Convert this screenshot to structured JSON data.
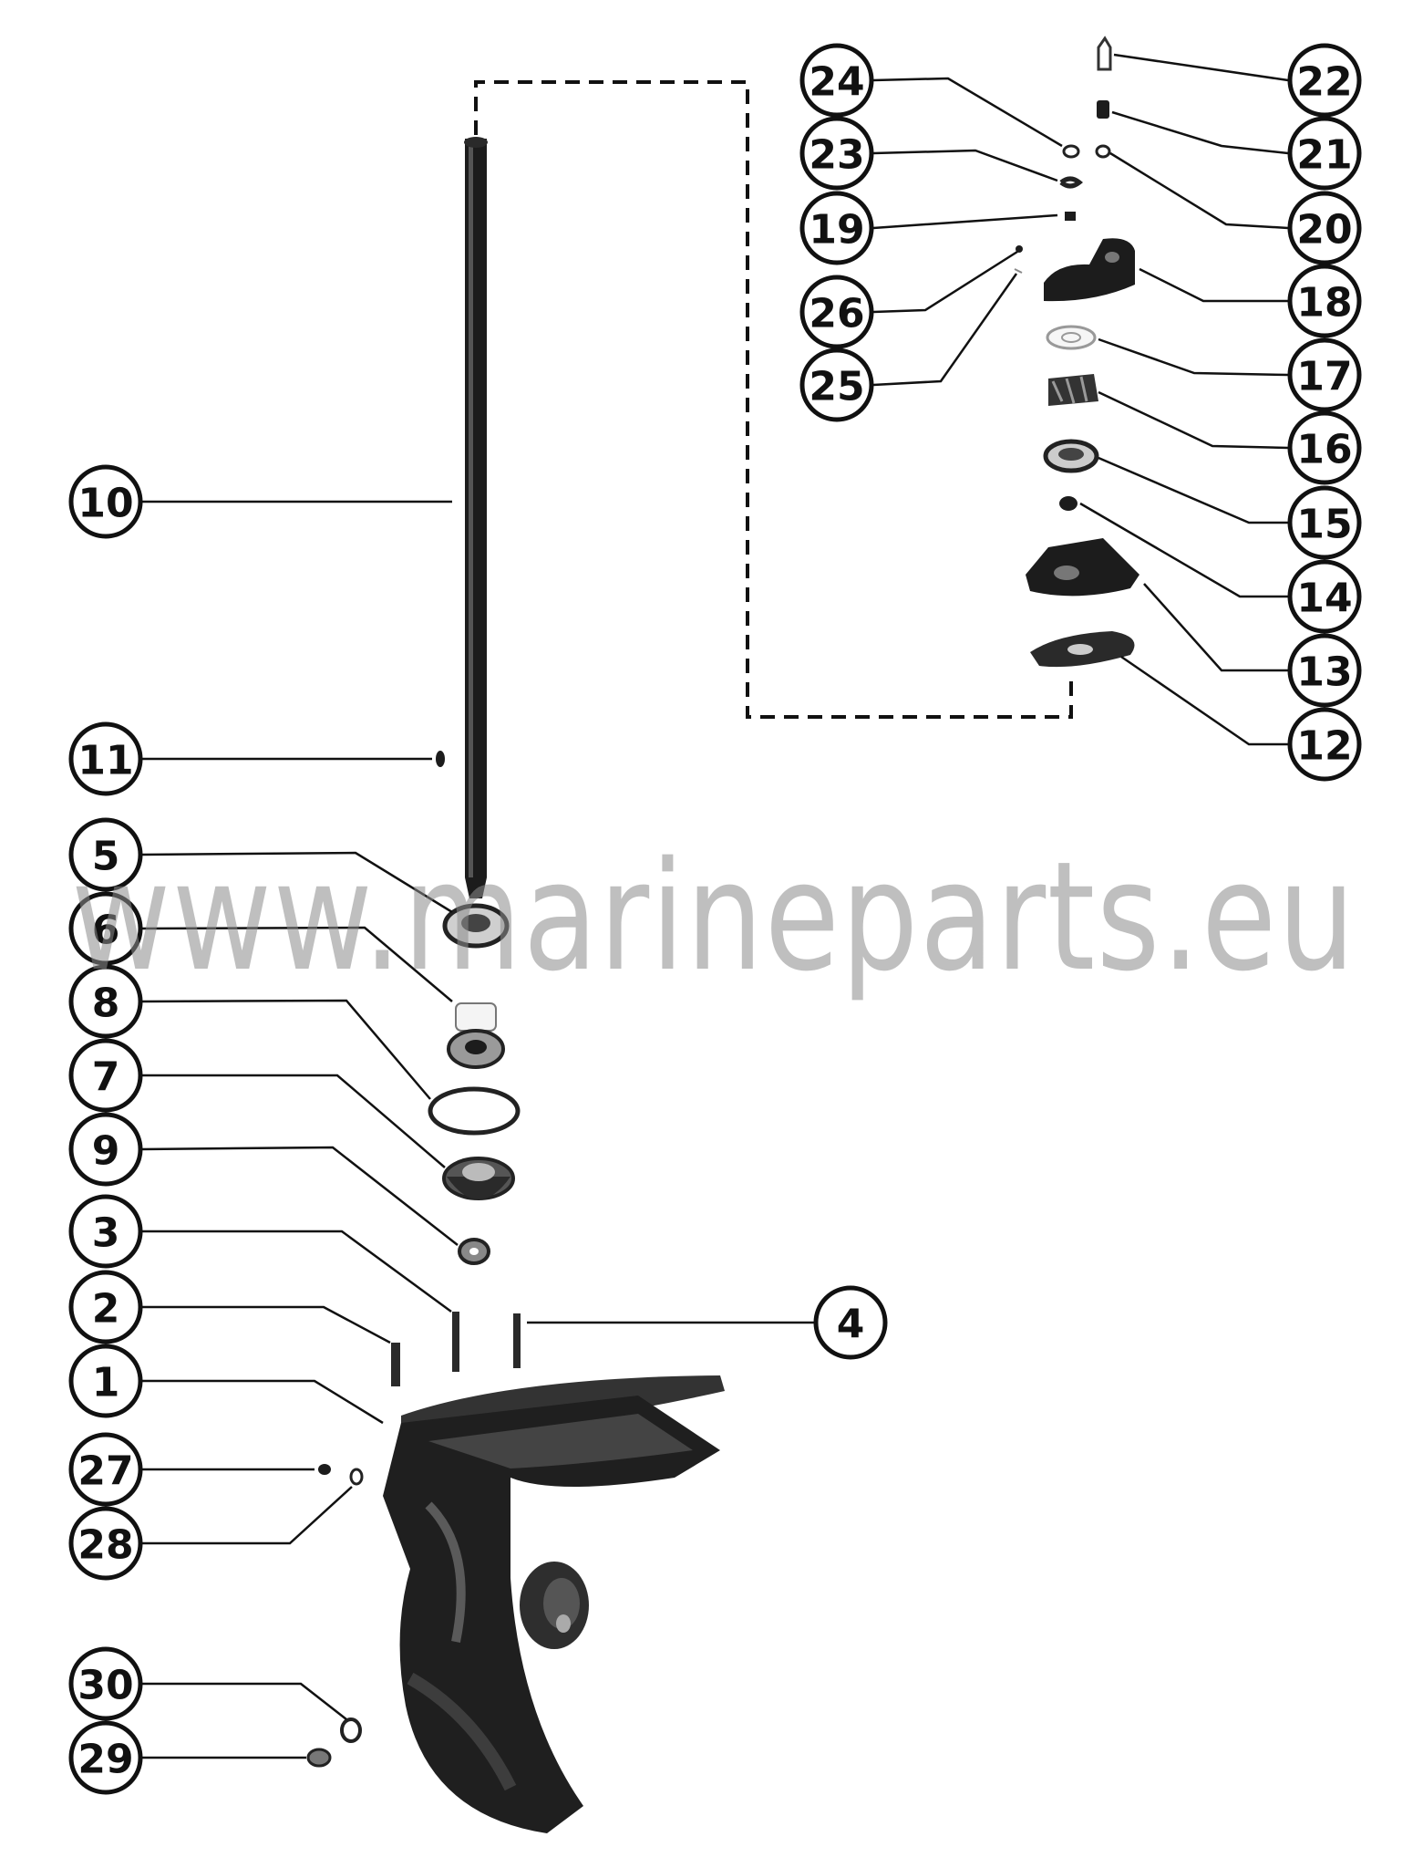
{
  "watermark": "www.marineparts.eu",
  "colors": {
    "ink": "#111111",
    "part": "#1c1c1c",
    "watermark": "#8c8c8c"
  },
  "callouts": [
    "1",
    "2",
    "3",
    "4",
    "5",
    "6",
    "7",
    "8",
    "9",
    "10",
    "11",
    "12",
    "13",
    "14",
    "15",
    "16",
    "17",
    "18",
    "19",
    "20",
    "21",
    "22",
    "23",
    "24",
    "25",
    "26",
    "27",
    "28",
    "29",
    "30"
  ]
}
